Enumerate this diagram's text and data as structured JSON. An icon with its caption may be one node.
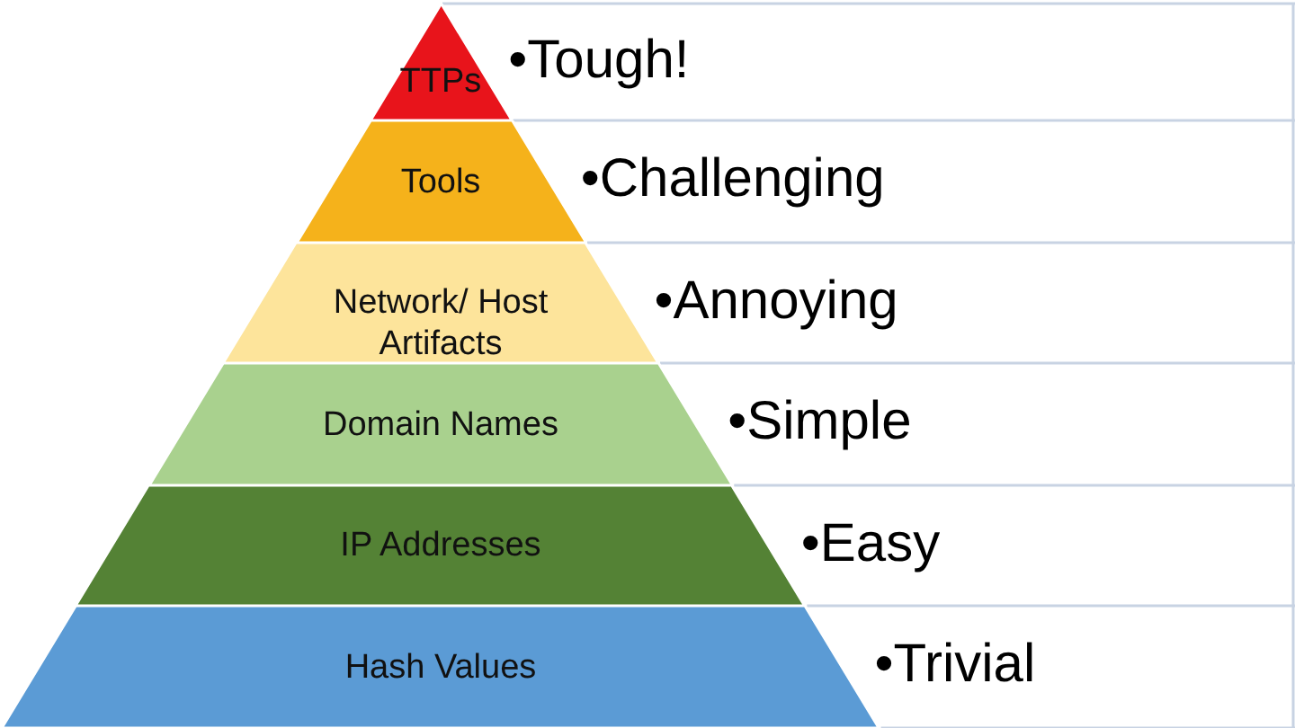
{
  "diagram": {
    "nodes": [
      {
        "text": [
          "TTPs"
        ],
        "beside": [
          "•Tough!"
        ]
      },
      {
        "text": [
          "Tools"
        ],
        "beside": [
          "•Challenging"
        ]
      },
      {
        "text": [
          "Network/ Host Artifacts"
        ],
        "beside": [
          "•Annoying"
        ]
      },
      {
        "text": [
          "Domain Names"
        ],
        "beside": [
          "•Simple"
        ]
      },
      {
        "text": [
          "IP Addresses"
        ],
        "beside": [
          "•Easy"
        ]
      },
      {
        "text": [
          "Hash Values"
        ],
        "beside": [
          "•Trivial"
        ]
      }
    ]
  }
}
